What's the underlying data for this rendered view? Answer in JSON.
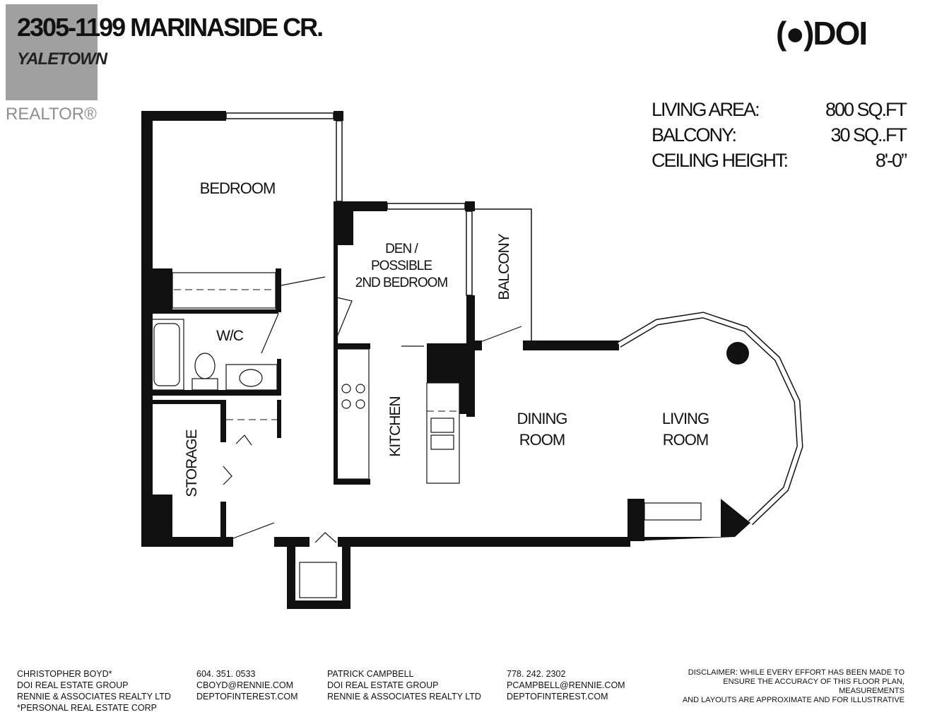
{
  "header": {
    "address": "2305-1199 MARINASIDE CR.",
    "neighbourhood": "YALETOWN",
    "watermark": "REALTOR®",
    "logo": "(●)DOI"
  },
  "stats": [
    {
      "label": "LIVING AREA:",
      "value": "800 SQ.FT"
    },
    {
      "label": "BALCONY:",
      "value": "30 SQ..FT"
    },
    {
      "label": "CEILING HEIGHT:",
      "value": "8'-0”"
    }
  ],
  "rooms": {
    "bedroom": "BEDROOM",
    "den_line1": "DEN /",
    "den_line2": "POSSIBLE",
    "den_line3": "2ND BEDROOM",
    "balcony": "BALCONY",
    "wc": "W/C",
    "kitchen": "KITCHEN",
    "storage": "STORAGE",
    "dining_line1": "DINING",
    "dining_line2": "ROOM",
    "living_line1": "LIVING",
    "living_line2": "ROOM"
  },
  "footer": {
    "agent1": {
      "name": "CHRISTOPHER BOYD*",
      "company": "DOI REAL ESTATE GROUP",
      "brokerage": "RENNIE & ASSOCIATES REALTY LTD",
      "note": "*PERSONAL REAL ESTATE CORP",
      "phone": "604. 351. 0533",
      "email": "CBOYD@RENNIE.COM",
      "web": "DEPTOFINTEREST.COM"
    },
    "agent2": {
      "name": "PATRICK CAMPBELL",
      "company": "DOI REAL ESTATE GROUP",
      "brokerage": "RENNIE & ASSOCIATES REALTY LTD",
      "phone": "778. 242. 2302",
      "email": "PCAMPBELL@RENNIE.COM",
      "web": "DEPTOFINTEREST.COM"
    },
    "disclaimer": {
      "line1": "DISCLAIMER: WHILE EVERY EFFORT HAS BEEN MADE TO",
      "line2": "ENSURE THE ACCURACY OF THIS FLOOR PLAN, MEASUREMENTS",
      "line3": "AND LAYOUTS ARE APPROXIMATE AND FOR ILLUSTRATIVE"
    }
  },
  "colors": {
    "wall": "#111111",
    "watermark": "#8f8f8f"
  }
}
